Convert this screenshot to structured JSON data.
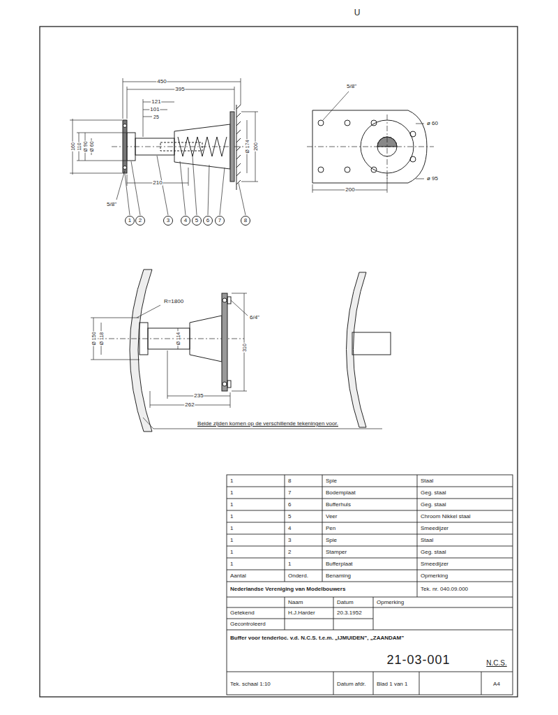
{
  "diagram": {
    "title": "21-03-001",
    "nodes": [
      {
        "text": [
          "1"
        ]
      },
      {
        "text": [
          "2"
        ]
      },
      {
        "text": [
          "3"
        ]
      },
      {
        "text": [
          "4"
        ]
      },
      {
        "text": [
          "5"
        ]
      },
      {
        "text": [
          "6"
        ]
      },
      {
        "text": [
          "7"
        ]
      },
      {
        "text": [
          "8"
        ]
      }
    ],
    "labels": [
      "U",
      "450",
      "395",
      "121",
      "101",
      "25",
      "160",
      "110",
      "Ø 90",
      "Ø 60",
      "210",
      "5/8\"",
      "Ø 174",
      "200",
      "5/8\"",
      "ø 60",
      "ø 95",
      "200",
      "R=1800",
      "6/4\"",
      "Ø 150",
      "Ø 118",
      "Ø 114",
      "310",
      "235",
      "262",
      "Beide zijden komen op de verschillende tekeningen voor.",
      "1",
      "8",
      "Spie",
      "Staal",
      "1",
      "7",
      "Bodemplaat",
      "Geg. staal",
      "1",
      "6",
      "Bufferhuls",
      "Geg. staal",
      "1",
      "5",
      "Veer",
      "Chroom Nikkel staal",
      "1",
      "4",
      "Pen",
      "Smeedijzer",
      "1",
      "3",
      "Spie",
      "Staal",
      "1",
      "2",
      "Stamper",
      "Geg. staal",
      "1",
      "1",
      "Bufferplaat",
      "Smeedijzer",
      "Aantal",
      "Onderd.",
      "Benaming",
      "Opmerking",
      "Nederlandse Vereniging van Modelbouwers",
      "Tek. nr. 040.09.000",
      "Naam",
      "Datum",
      "Opmerking",
      "Getekend",
      "H.J.Harder",
      "20.3.1952",
      "Gecontroleerd",
      "Buffer voor tenderloc. v.d. N.C.S. t.e.m. „IJMUIDEN”, „ZAANDAM”",
      "N.C.S.",
      "Tek. schaal 1:10",
      "Datum afdr.",
      "Blad 1 van 1",
      "A4"
    ]
  }
}
